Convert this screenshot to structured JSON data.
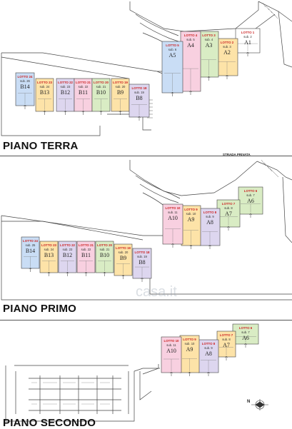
{
  "floors": [
    {
      "title": "PIANO TERRA",
      "units": [
        {
          "lotto": "LOTTO 1",
          "sub": "sub. 2",
          "code": "A1",
          "color": "#ffffff"
        },
        {
          "lotto": "LOTTO 2",
          "sub": "sub. 3",
          "code": "A2",
          "color": "#fde3a8"
        },
        {
          "lotto": "LOTTO 3",
          "sub": "sub. 4",
          "code": "A3",
          "color": "#d9ecc4"
        },
        {
          "lotto": "LOTTO 4",
          "sub": "sub. 5",
          "code": "A4",
          "color": "#f8d0e0"
        },
        {
          "lotto": "LOTTO 5",
          "sub": "sub. 6",
          "code": "A5",
          "color": "#c9ddf5"
        },
        {
          "lotto": "LOTTO 24",
          "sub": "sub. 26",
          "code": "B14",
          "color": "#c9ddf5"
        },
        {
          "lotto": "LOTTO 23",
          "sub": "sub. 24",
          "code": "B13",
          "color": "#fde3a8"
        },
        {
          "lotto": "LOTTO 22",
          "sub": "sub. 23",
          "code": "B12",
          "color": "#ddd6ef"
        },
        {
          "lotto": "LOTTO 21",
          "sub": "sub. 22",
          "code": "B11",
          "color": "#f8d0e0"
        },
        {
          "lotto": "LOTTO 20",
          "sub": "sub. 21",
          "code": "B10",
          "color": "#d9ecc4"
        },
        {
          "lotto": "LOTTO 19",
          "sub": "sub. 20",
          "code": "B9",
          "color": "#fde3a8"
        },
        {
          "lotto": "LOTTO 18",
          "sub": "sub. 19",
          "code": "B8",
          "color": "#ddd6ef"
        }
      ]
    },
    {
      "title": "PIANO PRIMO",
      "road_label": "STRADA PRIVATA",
      "units": [
        {
          "lotto": "LOTTO 6",
          "sub": "sub. 7",
          "code": "A6",
          "color": "#d9ecc4"
        },
        {
          "lotto": "LOTTO 7",
          "sub": "sub. 8",
          "code": "A7",
          "color": "#d9ecc4"
        },
        {
          "lotto": "LOTTO 8",
          "sub": "sub. 9",
          "code": "A8",
          "color": "#ddd6ef"
        },
        {
          "lotto": "LOTTO 9",
          "sub": "sub. 10",
          "code": "A9",
          "color": "#fde3a8"
        },
        {
          "lotto": "LOTTO 10",
          "sub": "sub. 11",
          "code": "A10",
          "color": "#f8d0e0"
        },
        {
          "lotto": "LOTTO 24",
          "sub": "sub. 25",
          "code": "B14",
          "color": "#c9ddf5"
        },
        {
          "lotto": "LOTTO 23",
          "sub": "sub. 24",
          "code": "B13",
          "color": "#fde3a8"
        },
        {
          "lotto": "LOTTO 22",
          "sub": "sub. 23",
          "code": "B12",
          "color": "#ddd6ef"
        },
        {
          "lotto": "LOTTO 21",
          "sub": "sub. 22",
          "code": "B11",
          "color": "#f8d0e0"
        },
        {
          "lotto": "LOTTO 20",
          "sub": "sub. 21",
          "code": "B10",
          "color": "#d9ecc4"
        },
        {
          "lotto": "LOTTO 19",
          "sub": "sub. 20",
          "code": "B9",
          "color": "#fde3a8"
        },
        {
          "lotto": "LOTTO 18",
          "sub": "sub. 19",
          "code": "B8",
          "color": "#ddd6ef"
        }
      ]
    },
    {
      "title": "PIANO SECONDO",
      "units": [
        {
          "lotto": "LOTTO 6",
          "sub": "sub. 7",
          "code": "A6",
          "color": "#d9ecc4"
        },
        {
          "lotto": "LOTTO 7",
          "sub": "sub. 8",
          "code": "A7",
          "color": "#fde3a8"
        },
        {
          "lotto": "LOTTO 8",
          "sub": "sub. 9",
          "code": "A8",
          "color": "#ddd6ef"
        },
        {
          "lotto": "LOTTO 9",
          "sub": "sub. 10",
          "code": "A9",
          "color": "#fde3a8"
        },
        {
          "lotto": "LOTTO 10",
          "sub": "sub. 11",
          "code": "A10",
          "color": "#f8d0e0"
        }
      ]
    }
  ],
  "watermark": "casa.it",
  "compass_label": "N",
  "colors": {
    "lotto_text": "#cc2222",
    "outline": "#444444",
    "paper": "#ffffff"
  }
}
